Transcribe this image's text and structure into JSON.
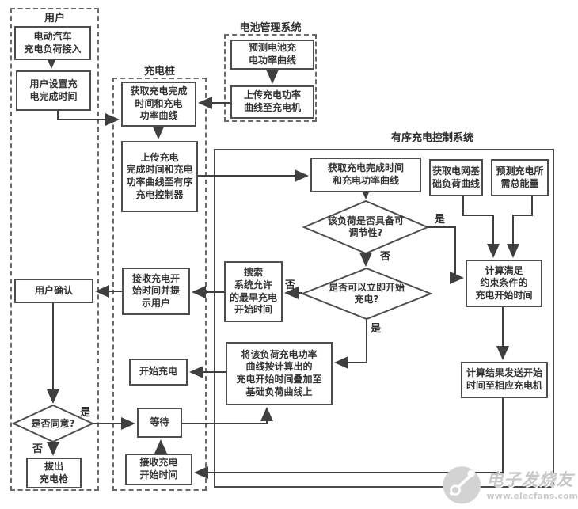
{
  "lanes": {
    "user": "用户",
    "pile": "充电桩",
    "bms": "电池管理系统",
    "orderly": "有序充电控制系统"
  },
  "nodes": {
    "ev_access": "电动汽车\n充电负荷接入",
    "set_time": "用户设置充\n电完成时间",
    "bms_predict": "预测电池充\n电功率曲线",
    "bms_upload": "上传充电功率\n曲线至充电机",
    "pile_get": "获取充电完成\n时间和充电\n功率曲线",
    "pile_upload": "上传充电\n完成时间和充电\n功率曲线至有序\n充电控制器",
    "ord_get": "获取充电完成时间\n和充电功率曲线",
    "grid_load": "获取电网基\n础负荷曲线",
    "predict_energy": "预测充电所\n需总能量",
    "calc_start": "计算满足\n约束条件的\n充电开始时间",
    "send_result": "计算结果发送开始\n时间至相应充电机",
    "search_earliest": "搜索\n系统允许\n的最早充电\n开始时间",
    "recv_prompt": "接收充电开\n始时间并提\n示用户",
    "user_confirm": "用户确认",
    "superimpose": "将该负荷充电功率\n曲线按计算出的\n充电开始时间叠加至\n基础负荷曲线上",
    "start_charge": "开始充电",
    "wait": "等待",
    "pull_gun": "拔出\n充电枪",
    "recv_start": "接收充电\n开始时间"
  },
  "decisions": {
    "adjustable": "该负荷是否具备可\n调节性?",
    "immediate": "是否可以立即开始\n充电?",
    "agree": "是否同意?"
  },
  "branches": {
    "yes": "是",
    "no": "否"
  },
  "watermark": {
    "name": "电子发烧友",
    "site": "www.elecfans.com"
  },
  "colors": {
    "line": "#3f3f3f",
    "border": "#4e4e4e",
    "text": "#333333",
    "watermark": "#c8c8c8"
  }
}
